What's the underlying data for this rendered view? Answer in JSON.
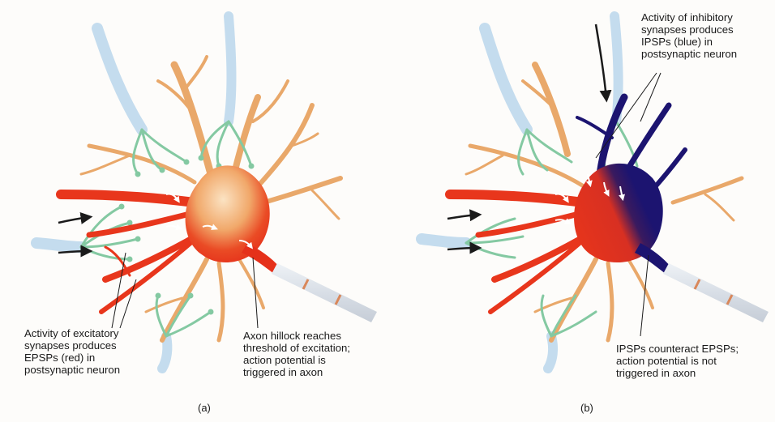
{
  "panels": [
    {
      "id": "a",
      "label": "(a)",
      "callouts": {
        "excitatory": "Activity of excitatory\nsynapses produces\nEPSPs (red) in\npostsynaptic neuron",
        "hillock": "Axon hillock reaches\nthreshold of excitation;\naction potential is\ntriggered in axon"
      }
    },
    {
      "id": "b",
      "label": "(b)",
      "callouts": {
        "inhibitory": "Activity of inhibitory\nsynapses produces\nIPSPs (blue) in\npostsynaptic neuron",
        "counteract": "IPSPs counteract EPSPs;\naction potential is not\ntriggered in axon"
      }
    }
  ],
  "colors": {
    "dendrite_tan": "#e9a86a",
    "soma_light": "#f4c38e",
    "epsp_red": "#e8361c",
    "ipsp_blue": "#1c1470",
    "axon_terminal_green": "#84c9a2",
    "presynaptic_axon_blue": "#c4dcee",
    "axon_shaft": "#dde3ea",
    "node_orange": "#d9875a",
    "arrow_black": "#1a1a1a"
  }
}
